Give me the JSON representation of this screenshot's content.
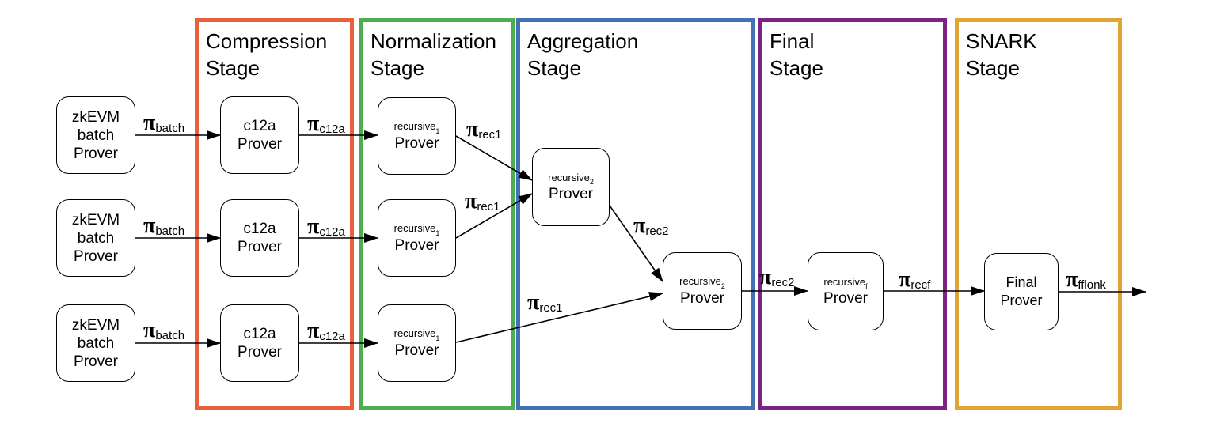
{
  "stages": [
    {
      "title": [
        "Compression",
        "Stage"
      ],
      "color": "#E8613C"
    },
    {
      "title": [
        "Normalization",
        "Stage"
      ],
      "color": "#4CAE4F"
    },
    {
      "title": [
        "Aggregation",
        "Stage"
      ],
      "color": "#4471B2"
    },
    {
      "title": [
        "Final",
        "Stage"
      ],
      "color": "#7D2382"
    },
    {
      "title": [
        "SNARK",
        "Stage"
      ],
      "color": "#E0A437"
    }
  ],
  "nodes": {
    "zkevm_batch_prover": [
      "zkEVM",
      "batch",
      "Prover"
    ],
    "c12a_prover": [
      "c12a",
      "Prover"
    ],
    "recursive1_prover": {
      "base": "recursive",
      "sub": "1",
      "second": "Prover"
    },
    "recursive2_prover": {
      "base": "recursive",
      "sub": "2",
      "second": "Prover"
    },
    "recursivef_prover": {
      "base": "recursive",
      "sub": "f",
      "second": "Prover"
    },
    "final_prover": [
      "Final",
      "Prover"
    ]
  },
  "proof_labels": {
    "pi": "π",
    "batch": "batch",
    "c12a": "c12a",
    "rec1": "rec1",
    "rec2": "rec2",
    "recf": "recf",
    "fflonk": "fflonk"
  }
}
